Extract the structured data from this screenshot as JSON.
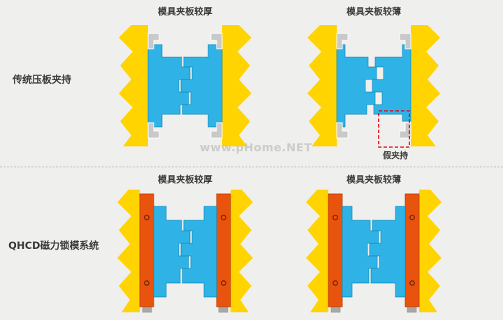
{
  "page": {
    "background": "#efefed"
  },
  "colors": {
    "bg": "#efefed",
    "yellow": "#ffd400",
    "cyan": "#2fb3e6",
    "gray": "#c8c9c8",
    "orange": "#e8530e",
    "red": "#e60012",
    "text": "#3a3a3a",
    "divider": "#a9a9a7",
    "watermark": "#c6c6c4"
  },
  "sections": {
    "top": {
      "label": "传统压板夹持",
      "diagrams": [
        {
          "title": "模具夹板较厚"
        },
        {
          "title": "模具夹板较薄",
          "annotation": "假夹持"
        }
      ]
    },
    "bottom": {
      "label": "QHCD磁力锁模系统",
      "diagrams": [
        {
          "title": "模具夹板较厚"
        },
        {
          "title": "模具夹板较薄"
        }
      ]
    }
  },
  "watermark": {
    "text": "www.pHome.NET"
  },
  "shape_legend": {
    "yellow": "machine-platen",
    "cyan": "mold-halves",
    "gray": "clamp-block",
    "orange": "magnetic-chuck-plate",
    "red-dashed-box": "false-clamping-highlight"
  }
}
